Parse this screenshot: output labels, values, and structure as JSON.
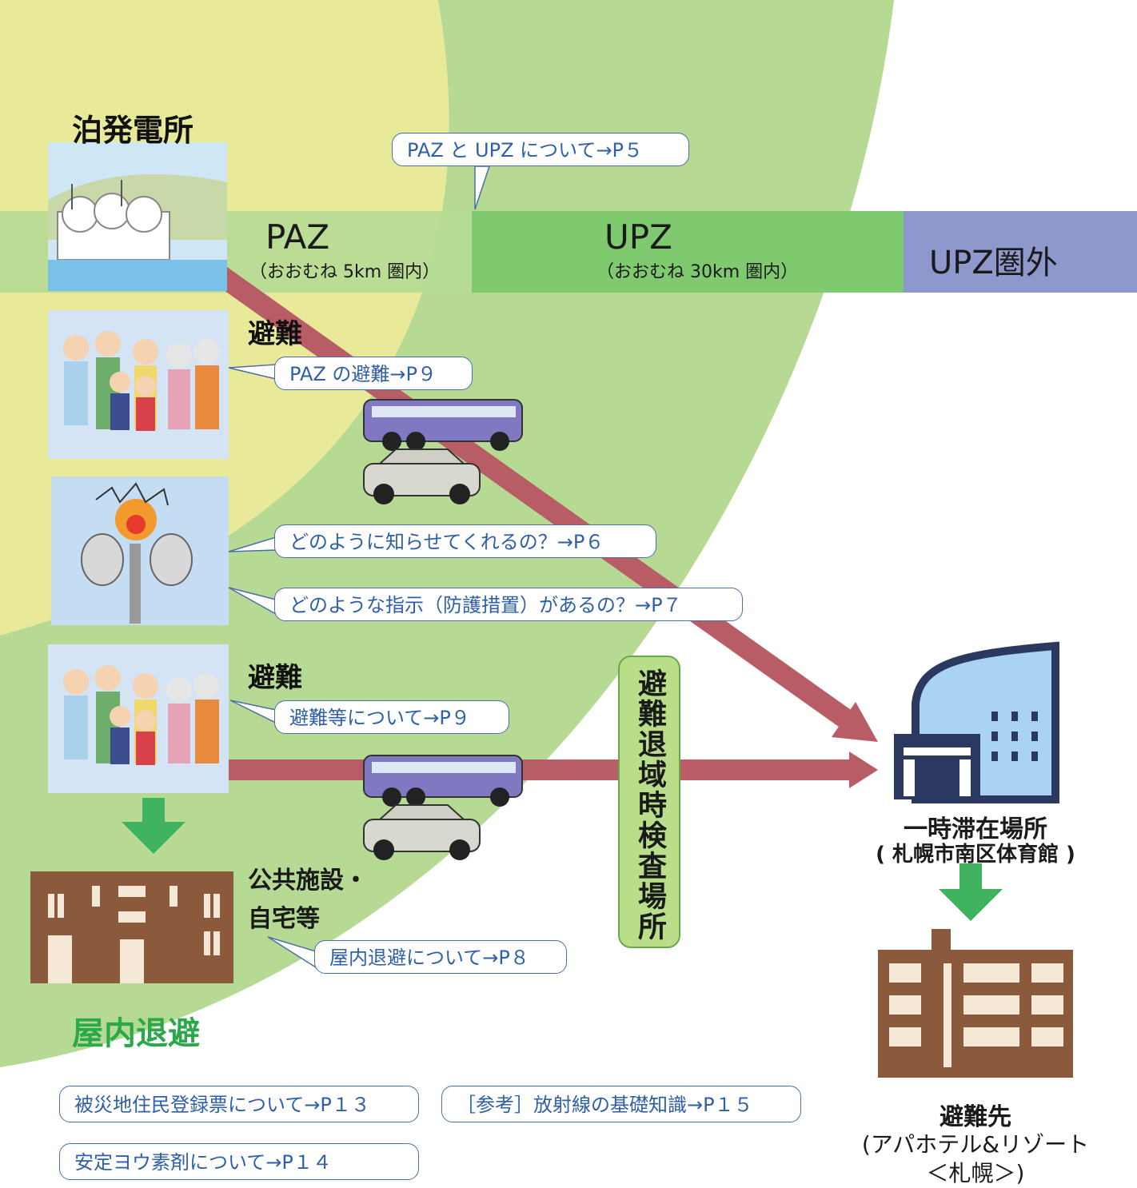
{
  "title": "泊発電所",
  "zones": {
    "paz_label": "PAZ",
    "paz_sub": "（おおむね 5km 圏内）",
    "upz_label": "UPZ",
    "upz_sub": "（おおむね 30km 圏内）",
    "outside_label": "UPZ圏外"
  },
  "callouts": {
    "paz_upz": "PAZ と UPZ について→P５",
    "paz_evac": "PAZ の避難→P９",
    "notify": "どのように知らせてくれるの？→P６",
    "instructions": "どのような指示（防護措置）があるの？→P７",
    "evac_etc": "避難等について→P９",
    "indoor": "屋内退避について→P８"
  },
  "labels": {
    "evac_paz": "避難",
    "evac_upz": "避難",
    "public_facility_1": "公共施設・",
    "public_facility_2": "自宅等",
    "indoor_shelter": "屋内退避",
    "inspection_site": "避難退域時検査場所",
    "temp_stay": "一時滞在場所",
    "temp_stay_sub": "( 札幌市南区体育館 )",
    "destination": "避難先",
    "destination_sub1": "(アパホテル&リゾート",
    "destination_sub2": "＜札幌＞)"
  },
  "links": {
    "registration": "被災地住民登録票について→P１３",
    "radiation": "［参考］放射線の基礎知識→P１５",
    "iodine": "安定ヨウ素剤について→P１４"
  },
  "colors": {
    "paz_fill": "#e8ea9a",
    "upz_fill": "#b6da94",
    "band_green": "#7fc96f",
    "band_outside": "#8f98cc",
    "route": "#b85c66",
    "down_arrow": "#3fb35f",
    "building_brown": "#8b5a3c",
    "callout_text": "#2f5fa6"
  }
}
